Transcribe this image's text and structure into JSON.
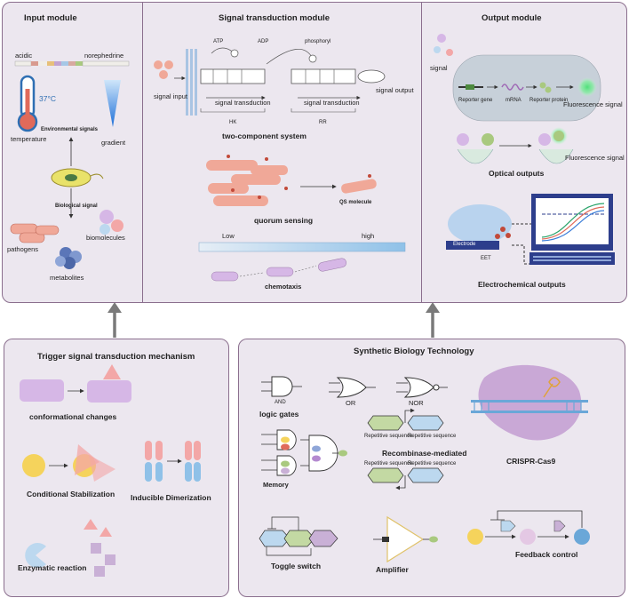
{
  "input_module": {
    "title": "Input module",
    "acidic": "acidic",
    "norephedrine": "norephedrine",
    "temp_value": "37°C",
    "environmental_signals": "Environmental signals",
    "temperature": "temperature",
    "gradient": "gradient",
    "biological_signal": "Biological signal",
    "pathogens": "pathogens",
    "biomolecules": "biomolecules",
    "metabolites": "metabolites"
  },
  "signal_module": {
    "title": "Signal transduction module",
    "atp": "ATP",
    "adp": "ADP",
    "phosphoryl": "phosphoryl",
    "signal_input": "signal input",
    "signal_transduction_1": "signal transduction",
    "signal_transduction_2": "signal transduction",
    "signal_output": "signal output",
    "hk": "HK",
    "rr": "RR",
    "two_component": "two-component system",
    "qs_molecule": "QS molecule",
    "quorum_sensing": "quorum sensing",
    "low": "Low",
    "high": "high",
    "chemotaxis": "chemotaxis"
  },
  "output_module": {
    "title": "Output module",
    "signal": "signal",
    "reporter_gene": "Reporter gene",
    "mrna": "mRNA",
    "reporter_protein": "Reporter protein",
    "fluorescence_signal_1": "Fluorescence signal",
    "fluorescence_signal_2": "Fluorescence signal",
    "optical_outputs": "Optical outputs",
    "electrode": "Electrode",
    "eet": "EET",
    "electrochemical_outputs": "Electrochemical outputs"
  },
  "trigger_panel": {
    "title": "Trigger signal transduction mechanism",
    "conformational": "conformational changes",
    "conditional": "Conditional Stabilization",
    "dimerization": "Inducible Dimerization",
    "enzymatic": "Enzymatic reaction"
  },
  "synbio_panel": {
    "title": "Synthetic Biology Technology",
    "and": "AND",
    "or": "OR",
    "nor": "NOR",
    "logic_gates": "logic gates",
    "memory": "Memory",
    "repetitive_1": "Repetitive sequence",
    "repetitive_2": "Repetitive sequence",
    "repetitive_3": "Repetitive sequence",
    "repetitive_4": "Repetitive sequence",
    "recombinase": "Recombinase-mediated",
    "crispr": "CRISPR-Cas9",
    "toggle": "Toggle switch",
    "amplifier": "Amplifier",
    "feedback": "Feedback control"
  },
  "colors": {
    "panel_bg": "#ece7ef",
    "panel_border": "#8b6f8e",
    "arrow": "#7a7a7a",
    "cell_pink": "#f0a898",
    "purple": "#c9a8d6",
    "blue": "#8fc1e8",
    "green": "#a9c97f",
    "yellow": "#f5d35c",
    "fluor_green": "#4fe07a"
  }
}
